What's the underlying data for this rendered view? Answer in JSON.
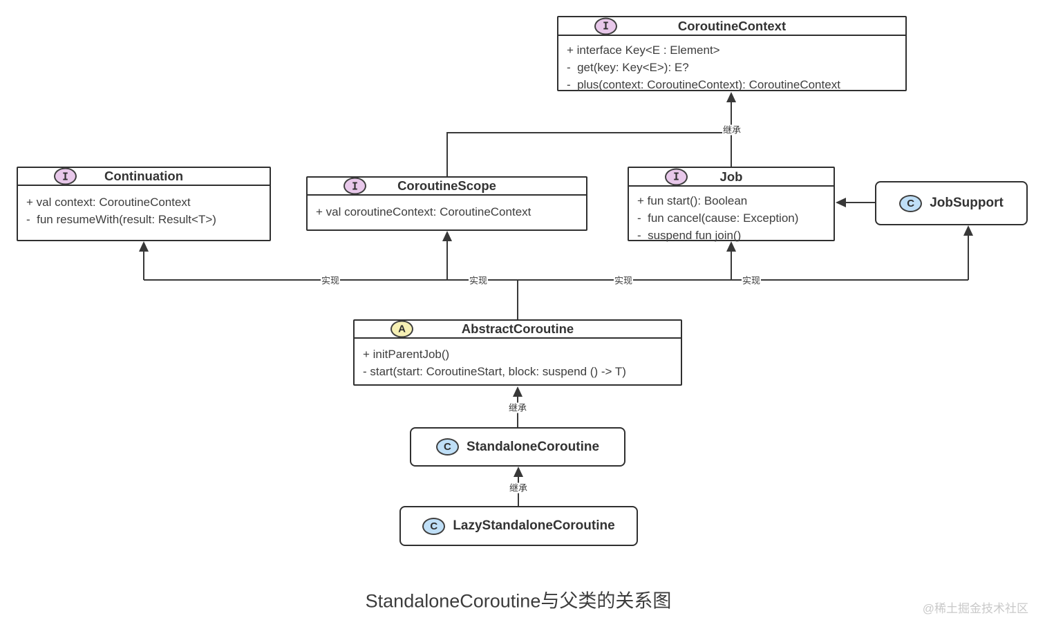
{
  "title": "StandaloneCoroutine与父类的关系图",
  "watermark": "@稀土掘金技术社区",
  "edge_labels": {
    "implements": "实现",
    "extends": "继承"
  },
  "stereotypes": {
    "interface": "I",
    "abstract": "A",
    "class": "C"
  },
  "colors": {
    "line": "#383838",
    "box_border": "#2f2f2f",
    "text": "#3d3d3d",
    "interface_badge": "#e8c8ea",
    "abstract_badge": "#f6f0b4",
    "class_badge": "#bfdff7",
    "watermark": "#c9c9c9"
  },
  "classes": {
    "coroutine_context": {
      "name": "CoroutineContext",
      "stereotype": "interface",
      "members": [
        "+ interface Key<E : Element>",
        "-  get(key: Key<E>): E?",
        "-  plus(context: CoroutineContext): CoroutineContext"
      ]
    },
    "continuation": {
      "name": "Continuation",
      "stereotype": "interface",
      "members": [
        "+ val context: CoroutineContext",
        "-  fun resumeWith(result: Result<T>)"
      ]
    },
    "coroutine_scope": {
      "name": "CoroutineScope",
      "stereotype": "interface",
      "members": [
        "+ val coroutineContext: CoroutineContext"
      ]
    },
    "job": {
      "name": "Job",
      "stereotype": "interface",
      "members": [
        "+ fun start(): Boolean",
        "-  fun cancel(cause: Exception)",
        "-  suspend fun join()"
      ]
    },
    "job_support": {
      "name": "JobSupport",
      "stereotype": "class"
    },
    "abstract_coroutine": {
      "name": "AbstractCoroutine",
      "stereotype": "abstract",
      "members": [
        "+ initParentJob()",
        "- start(start: CoroutineStart, block: suspend () -> T)"
      ]
    },
    "standalone_coroutine": {
      "name": "StandaloneCoroutine",
      "stereotype": "class"
    },
    "lazy_standalone_coroutine": {
      "name": "LazyStandaloneCoroutine",
      "stereotype": "class"
    }
  }
}
